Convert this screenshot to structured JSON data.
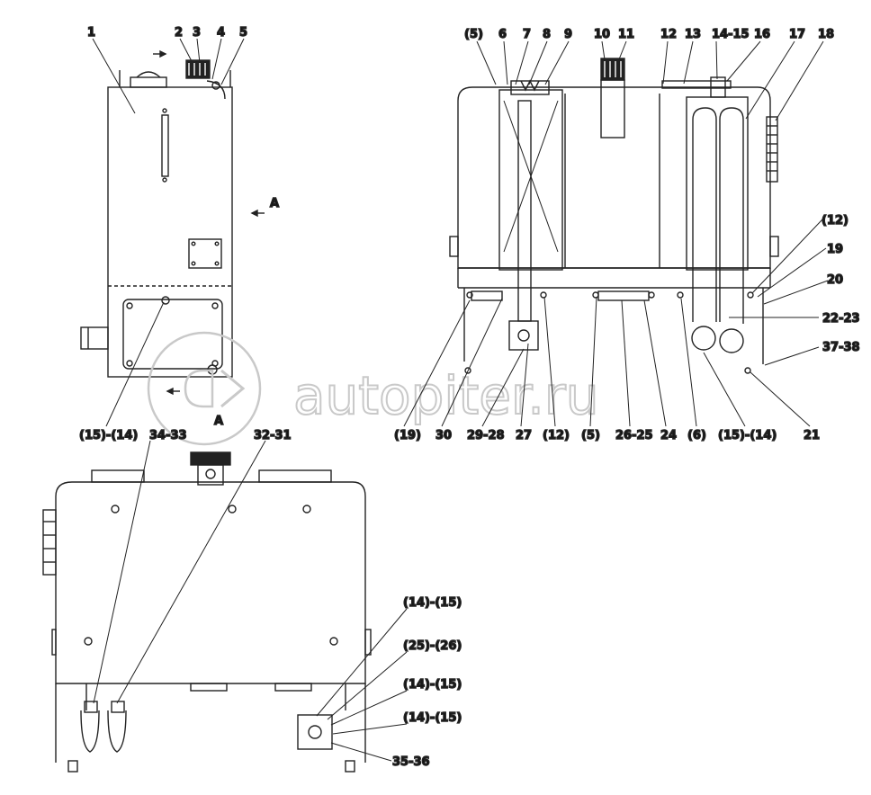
{
  "watermark": "autopiter.ru",
  "view_labels": {
    "arrow_a_top": "A",
    "arrow_a_side": "A"
  },
  "callouts": {
    "side": [
      "1",
      "2",
      "3",
      "4",
      "5",
      "(15)-(14)",
      "34-33",
      "32-31"
    ],
    "front_top": [
      "(5)",
      "6",
      "7",
      "8",
      "9",
      "10",
      "11",
      "12",
      "13",
      "14-15",
      "16",
      "17",
      "18"
    ],
    "front_right": [
      "(12)",
      "19",
      "20",
      "22-23",
      "37-38",
      "21"
    ],
    "front_bottom": [
      "(19)",
      "30",
      "29-28",
      "27",
      "(12)",
      "(5)",
      "26-25",
      "24",
      "(6)",
      "(15)-(14)"
    ],
    "bottom_view": [
      "(14)-(15)",
      "(25)-(26)",
      "(14)-(15)",
      "(14)-(15)",
      "35-36"
    ]
  }
}
